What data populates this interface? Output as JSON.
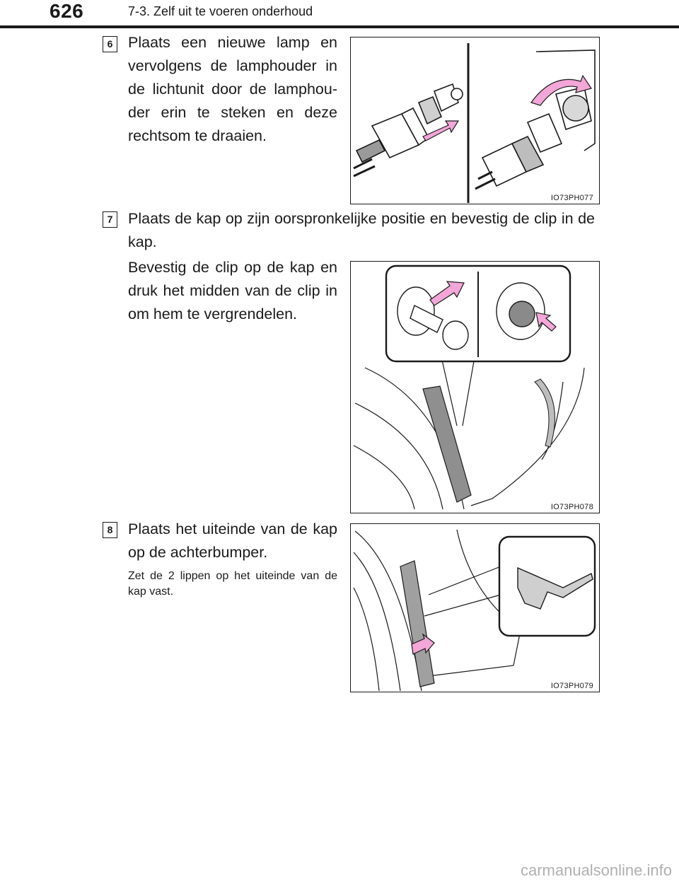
{
  "header": {
    "page_number": "626",
    "section_title": "7-3. Zelf uit te voeren onderhoud"
  },
  "steps": [
    {
      "number": "6",
      "text": "Plaats een nieuwe lamp en vervolgens de lamphouder in de lichtunit door de lamphou-der erin te steken en deze rechtsom te draaien.",
      "figure_code": "IO73PH077"
    },
    {
      "number": "7",
      "text": "Plaats de kap op zijn oorspronkelijke positie en bevestig de clip in de kap.",
      "subtext": "Bevestig de clip op de kap en druk het midden van de clip in om hem te vergrendelen.",
      "figure_code": "IO73PH078"
    },
    {
      "number": "8",
      "text": "Plaats het uiteinde van de kap op de achterbumper.",
      "note": "Zet de 2 lippen op het uiteinde van de kap vast.",
      "figure_code": "IO73PH079"
    }
  ],
  "watermark": "carmanualsonline.info",
  "colors": {
    "arrow_pink": "#f3a6d8",
    "text": "#1a1a1a"
  }
}
